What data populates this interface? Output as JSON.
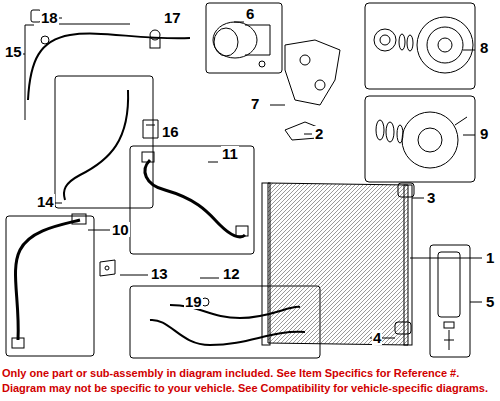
{
  "diagram": {
    "caption": "Only one part or sub-assembly in diagram included. See Item Specifics for Reference #. Diagram may not be specific to your vehicle. See Compatibility for vehicle-specific diagrams.",
    "labels": [
      "18",
      "17",
      "15",
      "6",
      "8",
      "7",
      "2",
      "9",
      "16",
      "11",
      "14",
      "3",
      "1",
      "10",
      "5",
      "13",
      "12",
      "19",
      "4"
    ]
  }
}
